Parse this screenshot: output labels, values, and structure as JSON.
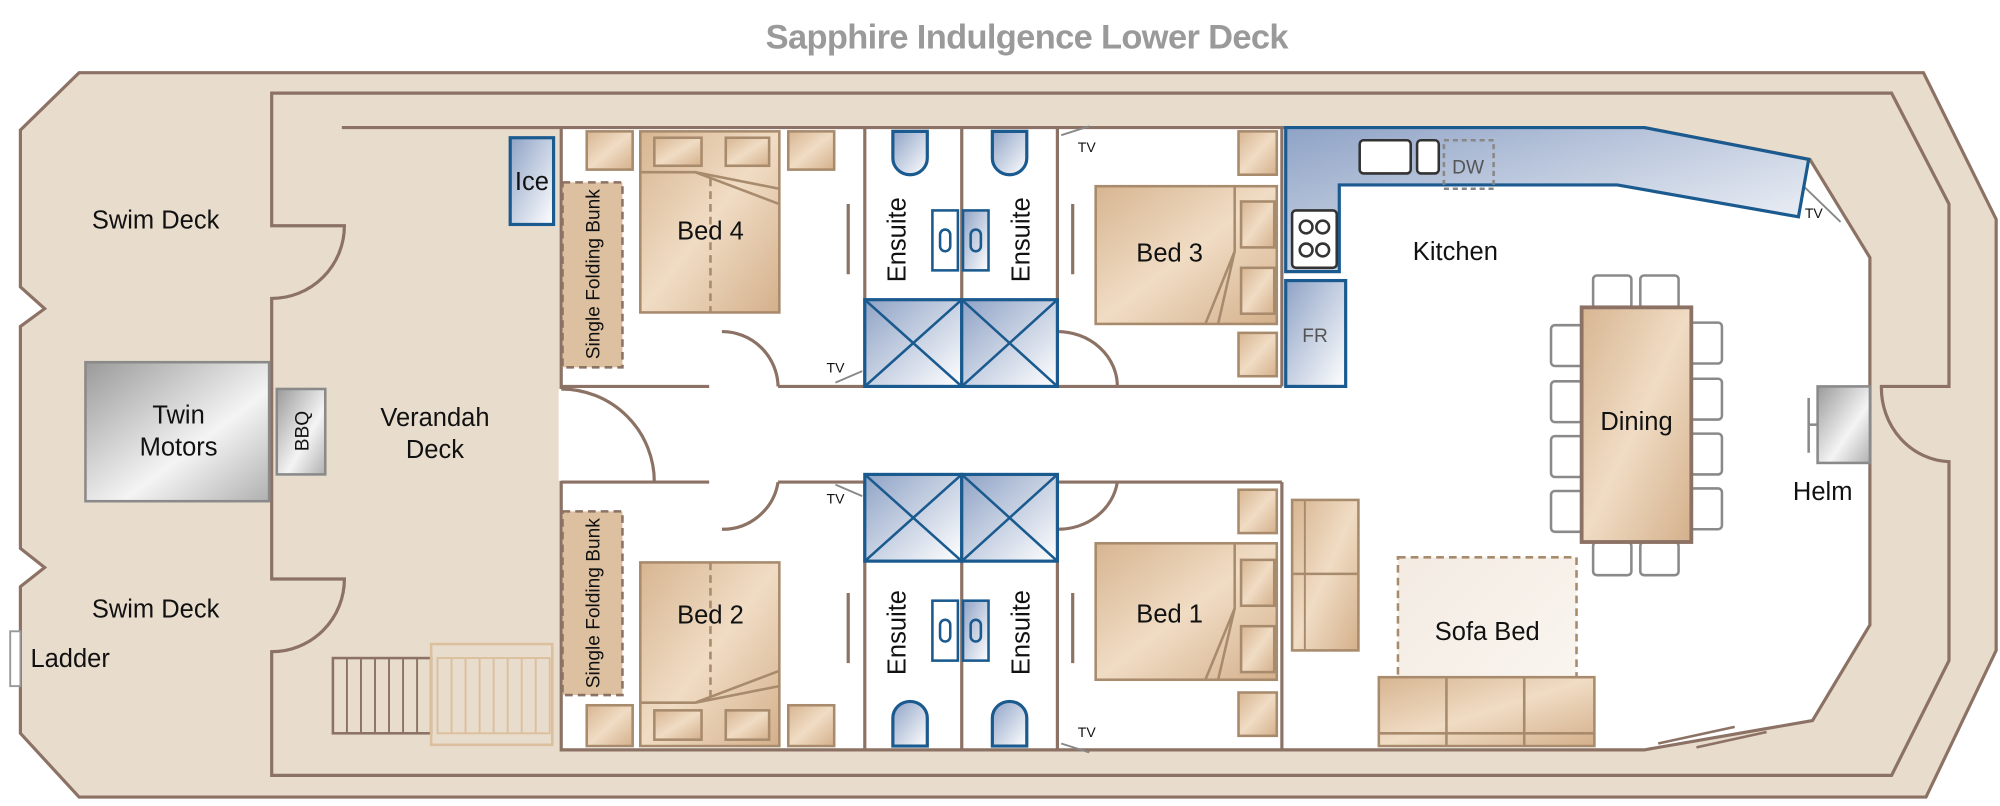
{
  "title": "Sapphire Indulgence Lower Deck",
  "labels": {
    "swim_deck_top": "Swim Deck",
    "swim_deck_bottom": "Swim Deck",
    "ladder": "Ladder",
    "twin_motors_1": "Twin",
    "twin_motors_2": "Motors",
    "bbq": "BBQ",
    "verandah_1": "Verandah",
    "verandah_2": "Deck",
    "ice": "Ice",
    "bunk_top": "Single Folding Bunk",
    "bunk_bottom": "Single Folding Bunk",
    "bed4": "Bed 4",
    "bed2": "Bed 2",
    "bed3": "Bed 3",
    "bed1": "Bed 1",
    "ensuite": "Ensuite",
    "tv": "TV",
    "kitchen": "Kitchen",
    "dw": "DW",
    "fr": "FR",
    "dining": "Dining",
    "sofa_bed": "Sofa Bed",
    "helm": "Helm"
  },
  "colors": {
    "hull": "#e8dccd",
    "wall": "#8c7264",
    "blue": "#1a5a8f",
    "title": "#9a9a9a"
  }
}
